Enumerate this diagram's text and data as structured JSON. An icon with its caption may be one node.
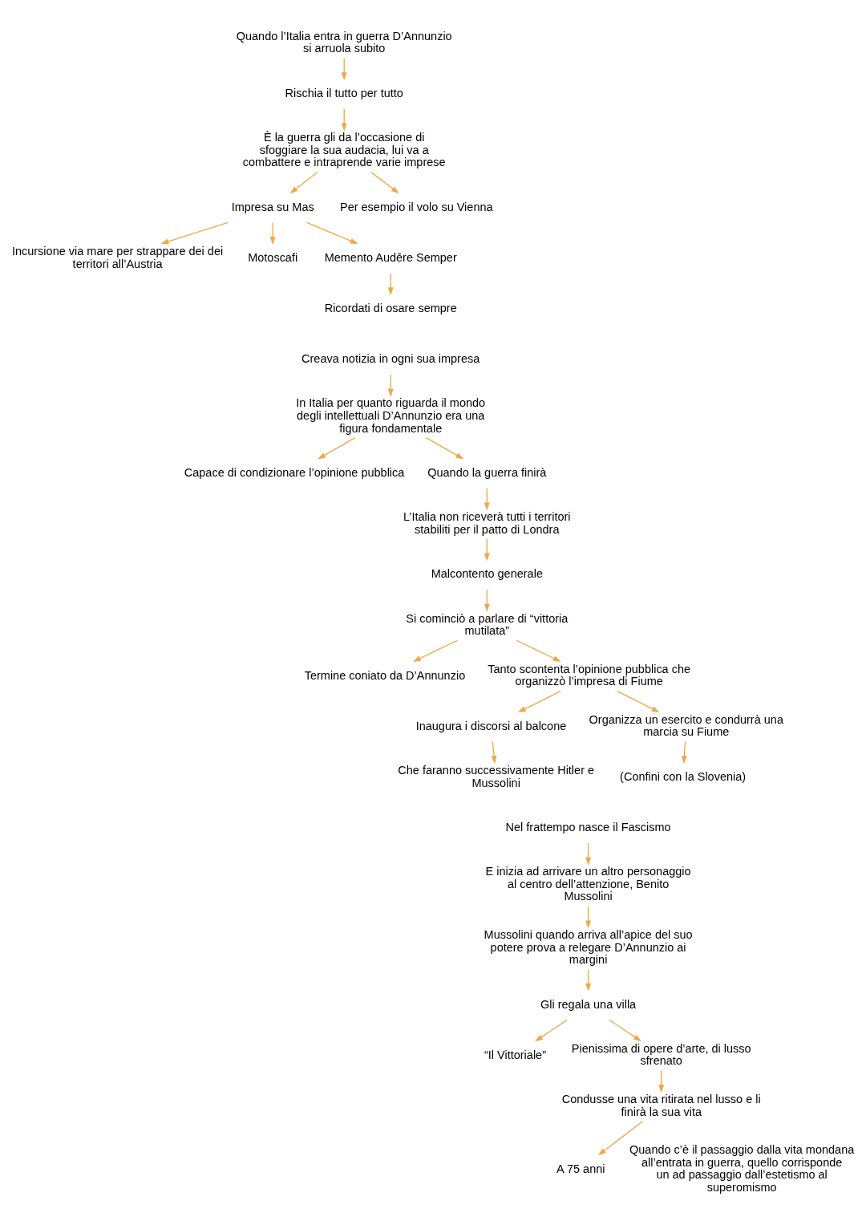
{
  "diagram": {
    "nodes": [
      {
        "text": [
          "Quando l’Italia entra in guerra D’Annunzio si arruola subito"
        ]
      },
      {
        "text": [
          "Rischia il tutto per tutto"
        ]
      },
      {
        "text": [
          "È la guerra gli da l’occasione di sfoggiare la sua audacia, lui va a combattere e intraprende varie imprese"
        ]
      },
      {
        "text": [
          "Impresa su Mas"
        ]
      },
      {
        "text": [
          "Per esempio il volo su Vienna"
        ]
      },
      {
        "text": [
          "Incursione via mare per strappare dei dei territori all’Austria"
        ]
      },
      {
        "text": [
          "Motoscafi"
        ]
      },
      {
        "text": [
          "Memento Audēre Semper"
        ]
      },
      {
        "text": [
          "Ricordati di osare sempre"
        ]
      },
      {
        "text": [
          "Creava notizia in ogni sua impresa"
        ]
      },
      {
        "text": [
          "In Italia per quanto riguarda il mondo degli intellettuali D’Annunzio era una figura fondamentale"
        ]
      },
      {
        "text": [
          "Capace di condizionare l’opinione pubblica"
        ]
      },
      {
        "text": [
          "Quando la guerra finirà"
        ]
      },
      {
        "text": [
          "L’Italia non riceverà tutti i territori stabiliti per il patto di Londra"
        ]
      },
      {
        "text": [
          "Malcontento generale"
        ]
      },
      {
        "text": [
          "Si cominciò a parlare di “vittoria mutilata”"
        ]
      },
      {
        "text": [
          "Termine coniato da D’Annunzio"
        ]
      },
      {
        "text": [
          "Tanto scontenta l’opinione pubblica che organizzò l’impresa di Fiume"
        ]
      },
      {
        "text": [
          "Inaugura i discorsi al balcone"
        ]
      },
      {
        "text": [
          "Che faranno successivamente Hitler e Mussolini"
        ]
      },
      {
        "text": [
          "Organizza un esercito e condurrà una marcia su Fiume"
        ]
      },
      {
        "text": [
          "(Confini con la Slovenia)"
        ]
      },
      {
        "text": [
          "Nel frattempo nasce il Fascismo"
        ]
      },
      {
        "text": [
          "E inizia ad arrivare un altro personaggio al centro dell’attenzione, Benito Mussolini"
        ]
      },
      {
        "text": [
          "Mussolini quando arriva all’apice del suo potere prova a relegare D’Annunzio ai margini"
        ]
      },
      {
        "text": [
          "Gli regala una villa"
        ]
      },
      {
        "text": [
          "“Il Vittoriale”"
        ]
      },
      {
        "text": [
          "Pienissima di opere d’arte, di lusso sfrenato"
        ]
      },
      {
        "text": [
          "Condusse una vita ritirata nel lusso e li finirà la sua vita"
        ]
      },
      {
        "text": [
          "A 75 anni"
        ]
      }
    ],
    "edges": [
      {
        "from": 0,
        "to": 1,
        "arrow": "to"
      },
      {
        "from": 1,
        "to": 2,
        "arrow": "to"
      },
      {
        "from": 2,
        "to": 3,
        "arrow": "to"
      },
      {
        "from": 2,
        "to": 4,
        "arrow": "to"
      },
      {
        "from": 3,
        "to": 5,
        "arrow": "to"
      },
      {
        "from": 3,
        "to": 6,
        "arrow": "to"
      },
      {
        "from": 3,
        "to": 7,
        "arrow": "to"
      },
      {
        "from": 7,
        "to": 8,
        "arrow": "to"
      },
      {
        "from": 9,
        "to": 10,
        "arrow": "to"
      },
      {
        "from": 10,
        "to": 11,
        "arrow": "to"
      },
      {
        "from": 10,
        "to": 12,
        "arrow": "to"
      },
      {
        "from": 12,
        "to": 13,
        "arrow": "to"
      },
      {
        "from": 13,
        "to": 14,
        "arrow": "to"
      },
      {
        "from": 14,
        "to": 15,
        "arrow": "to"
      },
      {
        "from": 15,
        "to": 16,
        "arrow": "to"
      },
      {
        "from": 15,
        "to": 17,
        "arrow": "to"
      },
      {
        "from": 17,
        "to": 18,
        "arrow": "to"
      },
      {
        "from": 18,
        "to": 19,
        "arrow": "to"
      },
      {
        "from": 17,
        "to": 20,
        "arrow": "to"
      },
      {
        "from": 20,
        "to": 21,
        "arrow": "to"
      },
      {
        "from": 22,
        "to": 23,
        "arrow": "to"
      },
      {
        "from": 23,
        "to": 24,
        "arrow": "to"
      },
      {
        "from": 24,
        "to": 25,
        "arrow": "to"
      },
      {
        "from": 25,
        "to": 26,
        "arrow": "to"
      },
      {
        "from": 25,
        "to": 27,
        "arrow": "to"
      },
      {
        "from": 27,
        "to": 28,
        "arrow": "to"
      },
      {
        "from": 28,
        "to": 29,
        "arrow": "to"
      }
    ],
    "labels": [
      "Quando c’è il passaggio dalla vita mondana all’entrata in guerra, quello corrisponde un ad passaggio dall’estetismo al superomismo"
    ]
  }
}
